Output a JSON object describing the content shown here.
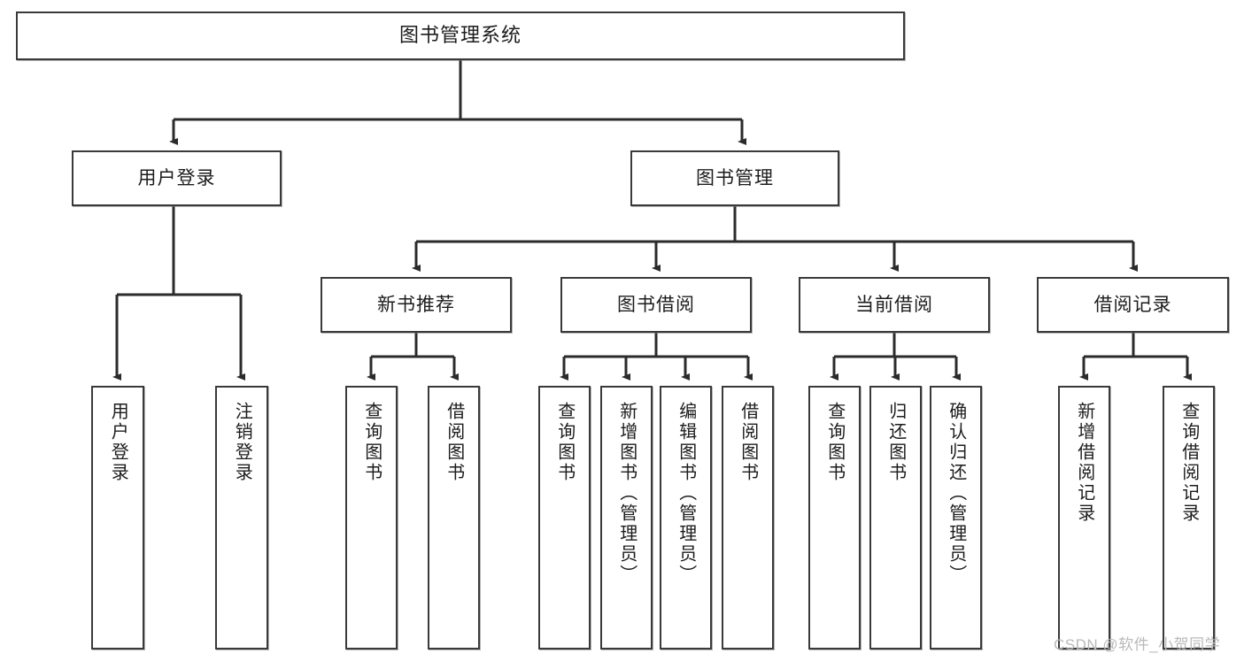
{
  "diagram": {
    "title": "图书管理系统",
    "type": "hierarchy-tree",
    "colors": {
      "box_border": "#3a3a3a",
      "box_fill": "#ffffff",
      "connector": "#2b2b2b",
      "watermark": "#b9b9b9"
    },
    "root": {
      "label": "图书管理系统"
    },
    "level2": [
      {
        "label": "用户登录"
      },
      {
        "label": "图书管理"
      }
    ],
    "level3": [
      {
        "label": "新书推荐"
      },
      {
        "label": "图书借阅"
      },
      {
        "label": "当前借阅"
      },
      {
        "label": "借阅记录"
      }
    ],
    "leaves": [
      {
        "label": "用户登录",
        "parent": "用户登录"
      },
      {
        "label": "注销登录",
        "parent": "用户登录"
      },
      {
        "label": "查询图书",
        "parent": "新书推荐"
      },
      {
        "label": "借阅图书",
        "parent": "新书推荐"
      },
      {
        "label": "查询图书",
        "parent": "图书借阅"
      },
      {
        "label": "新增图书（管理员）",
        "parent": "图书借阅"
      },
      {
        "label": "编辑图书（管理员）",
        "parent": "图书借阅"
      },
      {
        "label": "借阅图书",
        "parent": "图书借阅"
      },
      {
        "label": "查询图书",
        "parent": "当前借阅"
      },
      {
        "label": "归还图书",
        "parent": "当前借阅"
      },
      {
        "label": "确认归还（管理员）",
        "parent": "当前借阅"
      },
      {
        "label": "新增借阅记录",
        "parent": "借阅记录"
      },
      {
        "label": "查询借阅记录",
        "parent": "借阅记录"
      }
    ]
  },
  "watermark": {
    "text": "CSDN @软件_小贺同学"
  }
}
